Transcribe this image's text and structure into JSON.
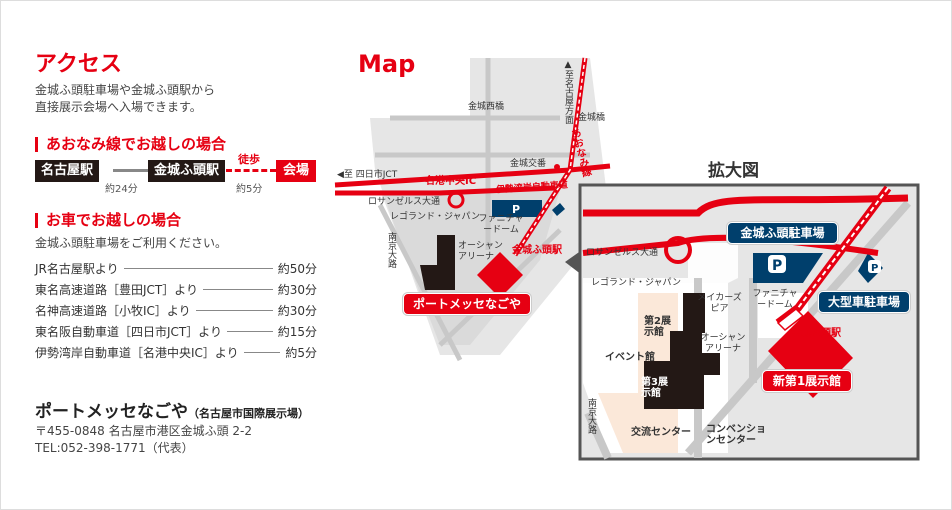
{
  "access": {
    "title": "アクセス",
    "desc1": "金城ふ頭駐車場や金城ふ頭駅から",
    "desc2": "直接展示会場へ入場できます。"
  },
  "train": {
    "heading": "あおなみ線でお越しの場合",
    "from": "名古屋駅",
    "mid": "金城ふ頭駅",
    "to": "会場",
    "time1": "約24分",
    "walk": "徒歩",
    "time2": "約5分"
  },
  "car": {
    "heading": "お車でお越しの場合",
    "desc": "金城ふ頭駐車場をご利用ください。",
    "routes": [
      {
        "from": "JR名古屋駅より",
        "time": "約50分"
      },
      {
        "from": "東名高速道路［豊田JCT］より",
        "time": "約30分"
      },
      {
        "from": "名神高速道路［小牧IC］より",
        "time": "約30分"
      },
      {
        "from": "東名阪自動車道［四日市JCT］より",
        "time": "約15分"
      },
      {
        "from": "伊勢湾岸自動車道［名港中央IC］より",
        "time": "約5分"
      }
    ]
  },
  "venue": {
    "name": "ポートメッセなごや",
    "sub": "（名古屋市国際展示場）",
    "address": "〒455-0848 名古屋市港区金城ふ頭 2-2",
    "tel": "TEL:052-398-1771（代表）"
  },
  "map": {
    "title": "Map",
    "to_nagoya": "▲至名古屋方面",
    "kinjo_nishi": "金城西橋",
    "kinjo_bashi": "金城橋",
    "aonami": "あおなみ線",
    "koban": "金城交番",
    "to_yokkaichi": "◀至 四日市JCT",
    "meiko_ic": "名港中央IC",
    "isewan": "伊勢湾岸自動車道",
    "la_street": "ロサンゼルス大通",
    "legoland": "レゴランド・ジャパン",
    "furniture_dome": "ファニチャードーム",
    "nankyo": "南京大路",
    "ocean_arena": "オーシャンアリーナ",
    "station": "金城ふ頭駅",
    "venue": "ポートメッセなごや",
    "parking": "P"
  },
  "zoom": {
    "title": "拡大図",
    "parking_lot": "金城ふ頭駐車場",
    "bus_parking": "大型車駐車場",
    "la_street": "ロサンゼルス大通",
    "legoland": "レゴランド・ジャパン",
    "makers_pier": "メイカーズピア",
    "furniture_dome": "ファニチャードーム",
    "station": "金城ふ頭駅",
    "hall2": "第2展示館",
    "ocean_arena": "オーシャンアリーナ",
    "event_hall": "イベント館",
    "new_hall1": "新第1展示館",
    "hall3": "第3展示館",
    "nankyo": "南京大路",
    "exchange": "交流センター",
    "convention": "コンベンションセンター",
    "parking": "P"
  },
  "colors": {
    "accent": "#e60012",
    "navy": "#003f6c",
    "dark": "#231815",
    "road": "#d9d9d9"
  }
}
